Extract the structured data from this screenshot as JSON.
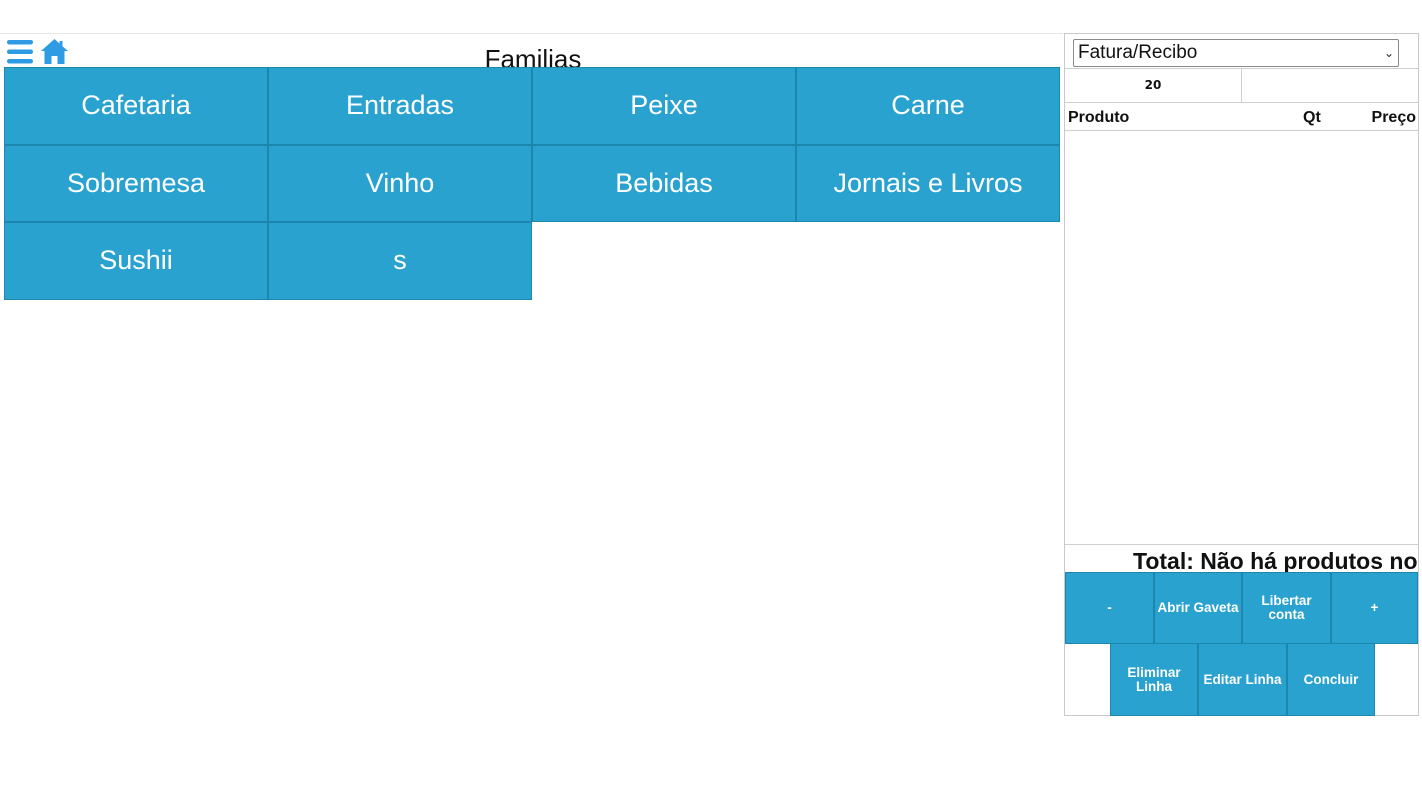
{
  "header": {
    "title": "Familias",
    "menu_icon": "hamburger-menu-icon",
    "home_icon": "home-icon",
    "icon_color": "#2e9be4"
  },
  "families": [
    {
      "label": "Cafetaria"
    },
    {
      "label": "Entradas"
    },
    {
      "label": "Peixe"
    },
    {
      "label": "Carne"
    },
    {
      "label": "Sobremesa"
    },
    {
      "label": "Vinho"
    },
    {
      "label": "Bebidas"
    },
    {
      "label": "Jornais e Livros"
    },
    {
      "label": "Sushii"
    },
    {
      "label": "s"
    }
  ],
  "ticket": {
    "document_type": "Fatura/Recibo",
    "table_number": "20",
    "table_extra": "",
    "columns": {
      "product": "Produto",
      "qty": "Qt",
      "price": "Preço"
    },
    "total_text": "Total: Não há produtos no"
  },
  "actions": {
    "minus": "-",
    "open_drawer": "Abrir Gaveta",
    "release_account": "Libertar conta",
    "plus": "+",
    "delete_line": "Eliminar Linha",
    "edit_line": "Editar Linha",
    "finish": "Concluir"
  },
  "colors": {
    "accent": "#29a2d0",
    "accent_border": "#1d86ad"
  }
}
